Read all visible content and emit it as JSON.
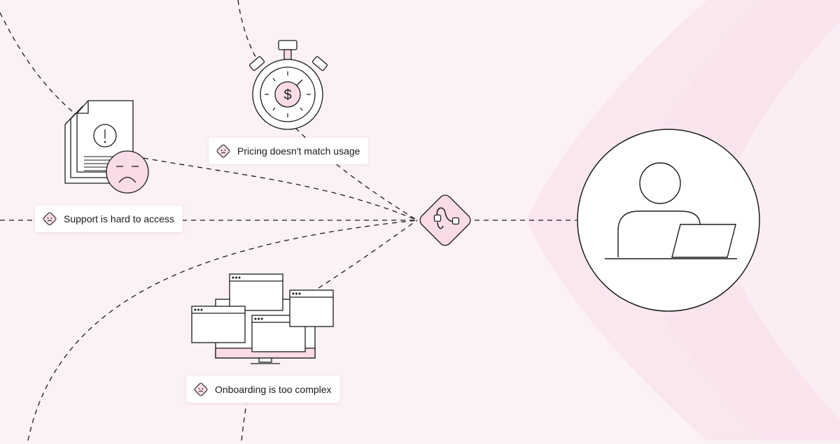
{
  "pain_points": [
    {
      "id": "support",
      "text": "Support is hard to access",
      "icon": "sad-face-icon"
    },
    {
      "id": "pricing",
      "text": "Pricing doesn't match usage",
      "icon": "sad-face-icon"
    },
    {
      "id": "onboarding",
      "text": "Onboarding is too complex",
      "icon": "sad-face-icon"
    }
  ],
  "illustrations": {
    "documents": "documents-warning-icon",
    "stopwatch": "stopwatch-dollar-icon",
    "windows": "browser-windows-icon",
    "hub": "path-hub-icon",
    "user": "user-at-laptop-icon"
  },
  "colors": {
    "background": "#fcf1f6",
    "accent_pink": "#fadbe8",
    "line": "#1b1b1b",
    "label_bg": "#ffffff"
  }
}
